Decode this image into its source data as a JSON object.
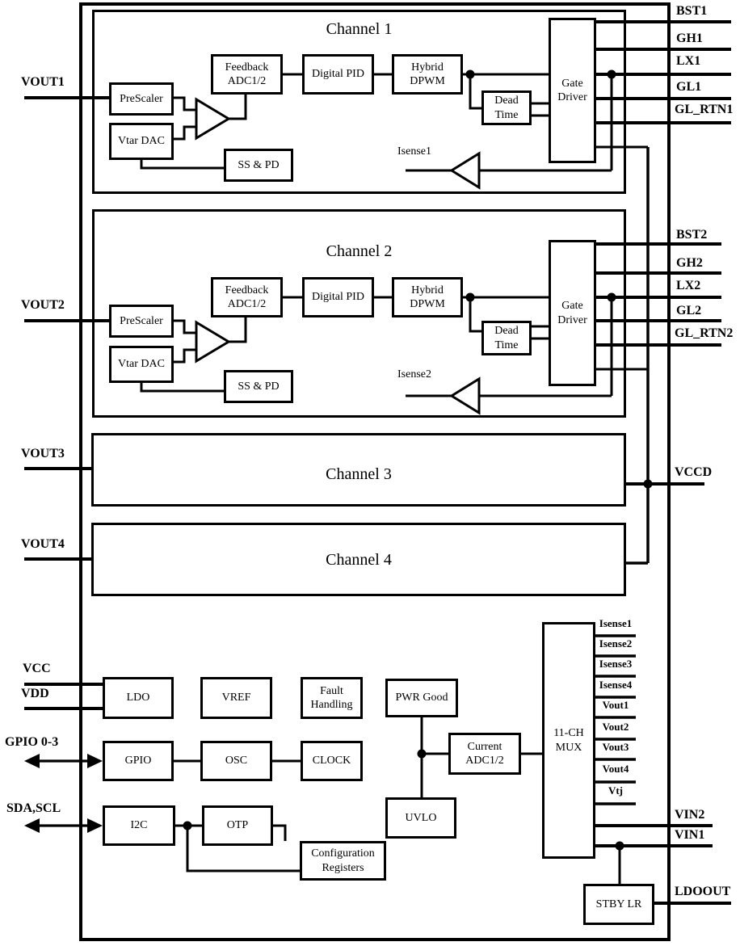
{
  "colors": {
    "ink": "#000000",
    "background": "#ffffff"
  },
  "ch1": {
    "title": "Channel 1",
    "prescaler": "PreScaler",
    "vtar_dac": "Vtar DAC",
    "feedback_adc": "Feedback ADC1/2",
    "digital_pid": "Digital PID",
    "hybrid_dpwm": "Hybrid DPWM",
    "ss_pd": "SS & PD",
    "dead_time": "Dead Time",
    "gate_driver": "Gate Driver",
    "isense_label": "Isense1"
  },
  "ch2": {
    "title": "Channel 2",
    "prescaler": "PreScaler",
    "vtar_dac": "Vtar DAC",
    "feedback_adc": "Feedback ADC1/2",
    "digital_pid": "Digital PID",
    "hybrid_dpwm": "Hybrid DPWM",
    "ss_pd": "SS & PD",
    "dead_time": "Dead Time",
    "gate_driver": "Gate Driver",
    "isense_label": "Isense2"
  },
  "ch3": {
    "title": "Channel 3"
  },
  "ch4": {
    "title": "Channel 4"
  },
  "system": {
    "ldo": "LDO",
    "vref": "VREF",
    "fault_handling": "Fault Handling",
    "pwr_good": "PWR Good",
    "gpio": "GPIO",
    "osc": "OSC",
    "clock": "CLOCK",
    "current_adc": "Current ADC1/2",
    "uvlo": "UVLO",
    "i2c": "I2C",
    "otp": "OTP",
    "config_registers": "Configuration Registers",
    "mux": "11-CH MUX",
    "stby_lr": "STBY LR"
  },
  "pins_left": {
    "vout1": "VOUT1",
    "vout2": "VOUT2",
    "vout3": "VOUT3",
    "vout4": "VOUT4",
    "vcc": "VCC",
    "vdd": "VDD",
    "gpio": "GPIO 0-3",
    "i2c": "SDA,SCL"
  },
  "pins_right": {
    "bst1": "BST1",
    "gh1": "GH1",
    "lx1": "LX1",
    "gl1": "GL1",
    "gl_rtn1": "GL_RTN1",
    "bst2": "BST2",
    "gh2": "GH2",
    "lx2": "LX2",
    "gl2": "GL2",
    "gl_rtn2": "GL_RTN2",
    "vccd": "VCCD",
    "vin2": "VIN2",
    "vin1": "VIN1",
    "ldoout": "LDOOUT"
  },
  "mux_inputs": {
    "isense1": "Isense1",
    "isense2": "Isense2",
    "isense3": "Isense3",
    "isense4": "Isense4",
    "vout1": "Vout1",
    "vout2": "Vout2",
    "vout3": "Vout3",
    "vout4": "Vout4",
    "vtj": "Vtj"
  }
}
